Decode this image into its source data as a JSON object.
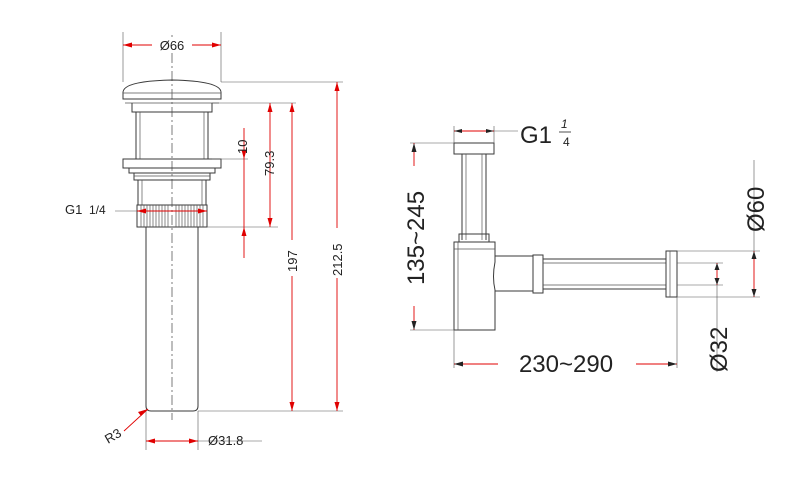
{
  "waste_drain": {
    "top_diameter": "Ø66",
    "thread": "G1",
    "thread_fraction": "1/4",
    "thread_length": "10",
    "thread_height": "79.3",
    "body_length": "197",
    "total_height": "212.5",
    "pipe_diameter": "Ø31.8",
    "bottom_radius": "R3"
  },
  "bottle_trap": {
    "thread": "G1",
    "thread_frac_num": "1",
    "thread_frac_den": "4",
    "height_range": "135~245",
    "length_range": "230~290",
    "outlet_diameter": "Ø60",
    "pipe_diameter": "Ø32"
  }
}
